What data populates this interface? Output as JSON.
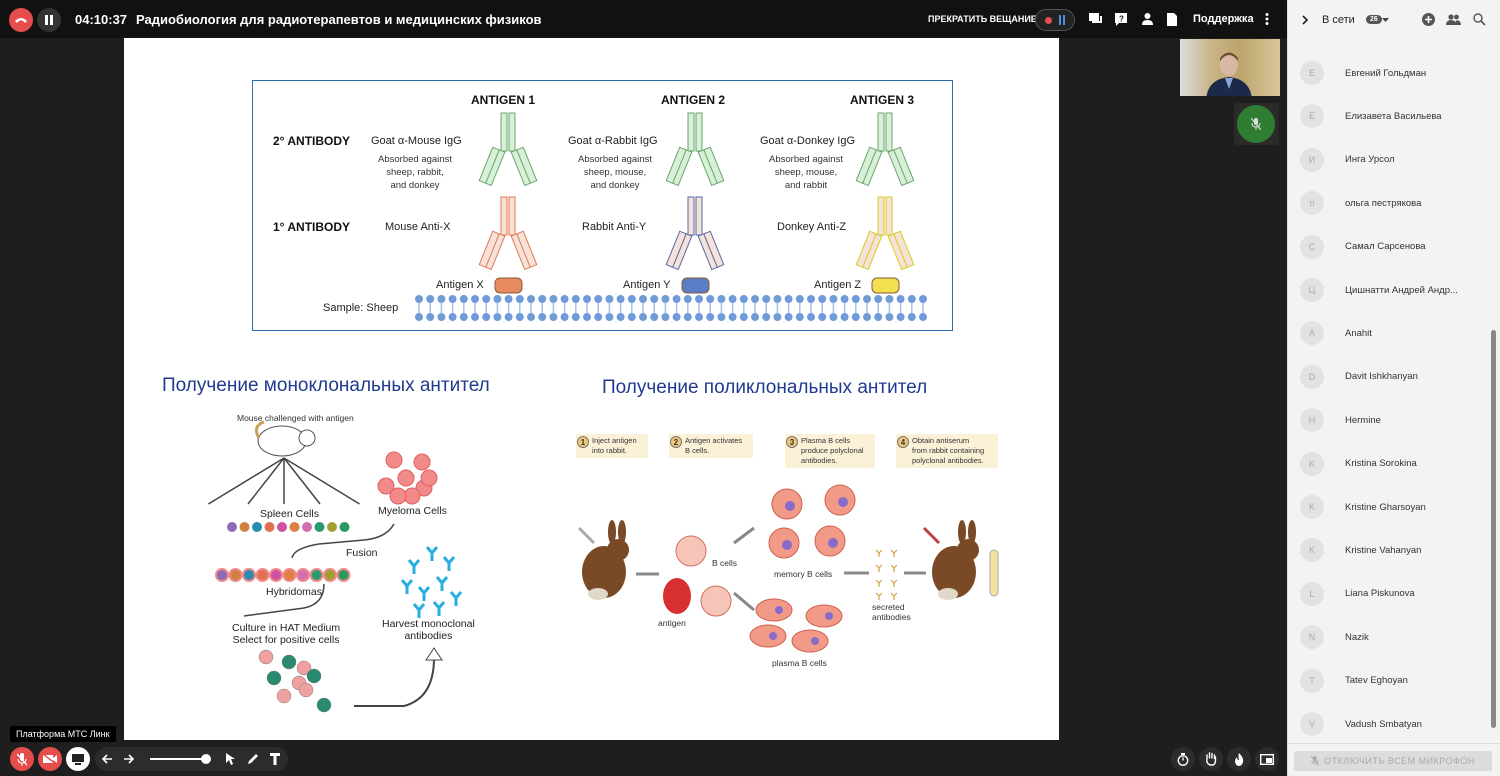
{
  "topbar": {
    "timer": "04:10:37",
    "title": "Радиобиология для радиотерапевтов и медицинских физиков",
    "stop_broadcast": "ПРЕКРАТИТЬ ВЕЩАНИЕ",
    "support": "Поддержка",
    "accent_red": "#e54c4c"
  },
  "slide": {
    "antibody_diagram": {
      "antigens": [
        "ANTIGEN 1",
        "ANTIGEN 2",
        "ANTIGEN 3"
      ],
      "row2_label": "2° ANTIBODY",
      "row1_label": "1° ANTIBODY",
      "secondary": [
        {
          "name": "Goat α-Mouse IgG",
          "note": [
            "Absorbed against",
            "sheep, rabbit,",
            "and donkey"
          ]
        },
        {
          "name": "Goat α-Rabbit IgG",
          "note": [
            "Absorbed against",
            "sheep, mouse,",
            "and donkey"
          ]
        },
        {
          "name": "Goat α-Donkey IgG",
          "note": [
            "Absorbed against",
            "sheep, mouse,",
            "and rabbit"
          ]
        }
      ],
      "primary": [
        "Mouse Anti-X",
        "Rabbit Anti-Y",
        "Donkey Anti-Z"
      ],
      "antigen_labels": [
        "Antigen X",
        "Antigen Y",
        "Antigen Z"
      ],
      "sample": "Sample: Sheep"
    },
    "mono": {
      "title": "Получение моноклональных антител",
      "mouse": "Mouse challenged with antigen",
      "spleen": "Spleen Cells",
      "myeloma": "Myeloma Cells",
      "fusion": "Fusion",
      "hybridomas": "Hybridomas",
      "culture1": "Culture in HAT Medium",
      "culture2": "Select for positive cells",
      "harvest1": "Harvest monoclonal",
      "harvest2": "antibodies"
    },
    "poly": {
      "title": "Получение поликлональных антител",
      "steps": [
        {
          "n": "1",
          "text": [
            "Inject antigen",
            "into rabbit."
          ]
        },
        {
          "n": "2",
          "text": [
            "Antigen activates",
            "B cells."
          ]
        },
        {
          "n": "3",
          "text": [
            "Plasma B cells",
            "produce polyclonal",
            "antibodies."
          ]
        },
        {
          "n": "4",
          "text": [
            "Obtain antiserum",
            "from rabbit containing",
            "polyclonal antibodies."
          ]
        }
      ],
      "b_cells": "B cells",
      "antigen": "antigen",
      "memory": "memory B cells",
      "plasma": "plasma B cells",
      "secreted1": "secreted",
      "secreted2": "antibodies"
    }
  },
  "tooltip": "Платформа МТС Линк",
  "sidebar": {
    "online_label": "В сети",
    "online_count": "26",
    "participants": [
      {
        "initial": "Е",
        "name": "Евгений Гольдман"
      },
      {
        "initial": "Е",
        "name": "Елизавета Васильева"
      },
      {
        "initial": "И",
        "name": "Инга Урсол"
      },
      {
        "initial": "о",
        "name": "ольга пестрякова"
      },
      {
        "initial": "С",
        "name": "Самал Сарсенова"
      },
      {
        "initial": "Ц",
        "name": "Цишнатти Андрей Андр..."
      },
      {
        "initial": "A",
        "name": "Anahit"
      },
      {
        "initial": "D",
        "name": "Davit Ishkhanyan"
      },
      {
        "initial": "H",
        "name": "Hermine"
      },
      {
        "initial": "K",
        "name": "Kristina Sorokina"
      },
      {
        "initial": "K",
        "name": "Kristine Gharsoyan"
      },
      {
        "initial": "K",
        "name": "Kristine Vahanyan"
      },
      {
        "initial": "L",
        "name": "Liana Piskunova"
      },
      {
        "initial": "N",
        "name": "Nazik"
      },
      {
        "initial": "T",
        "name": "Tatev Eghoyan"
      },
      {
        "initial": "V",
        "name": "Vadush Smbatyan"
      }
    ],
    "mute_all": "ОТКЛЮЧИТЬ ВСЕМ МИКРОФОН"
  }
}
